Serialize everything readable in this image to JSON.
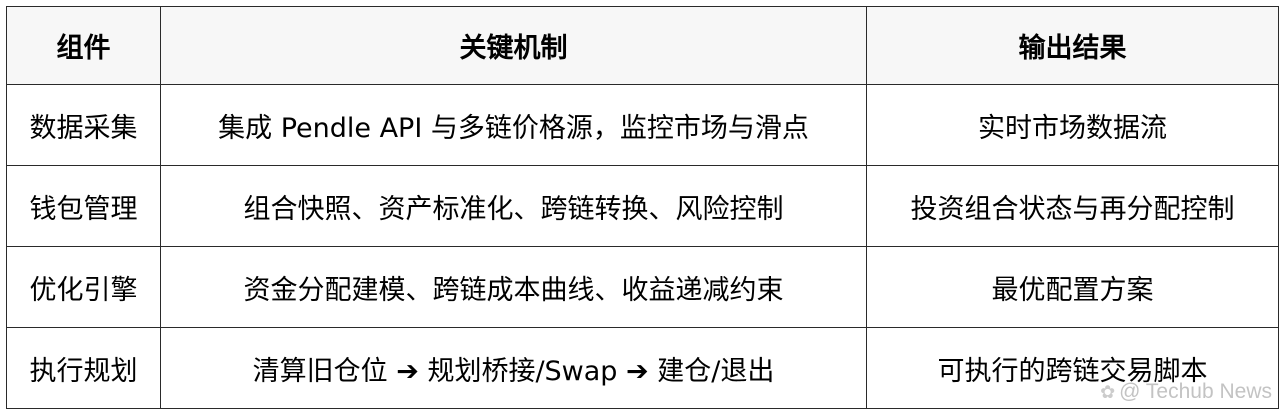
{
  "table": {
    "headers": [
      "组件",
      "关键机制",
      "输出结果"
    ],
    "rows": [
      [
        "数据采集",
        "集成 Pendle API 与多链价格源，监控市场与滑点",
        "实时市场数据流"
      ],
      [
        "钱包管理",
        "组合快照、资产标准化、跨链转换、风险控制",
        "投资组合状态与再分配控制"
      ],
      [
        "优化引擎",
        "资金分配建模、跨链成本曲线、收益递减约束",
        "最优配置方案"
      ],
      [
        "执行规划",
        "清算旧仓位 ➔ 规划桥接/Swap ➔ 建仓/退出",
        "可执行的跨链交易脚本"
      ]
    ]
  },
  "watermark": {
    "text": "@ Techub News",
    "icon": "flower-logo-icon"
  }
}
